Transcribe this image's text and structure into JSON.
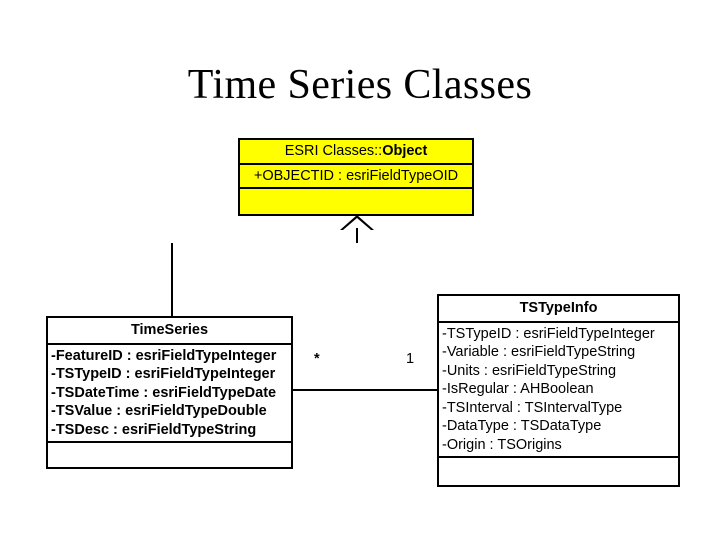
{
  "slide": {
    "title": "Time Series Classes",
    "background_color": "#ffffff"
  },
  "diagram": {
    "type": "uml-class-diagram",
    "classes": [
      {
        "id": "object",
        "name_prefix": "ESRI Classes::",
        "name": "Object",
        "full_name": "ESRI Classes::Object",
        "fill_color": "#ffff00",
        "attributes": [
          "+OBJECTID : esriFieldTypeOID"
        ],
        "operations": []
      },
      {
        "id": "timeseries",
        "name": "TimeSeries",
        "fill_color": "#ffffff",
        "attributes": [
          "-FeatureID : esriFieldTypeInteger",
          "-TSTypeID : esriFieldTypeInteger",
          "-TSDateTime : esriFieldTypeDate",
          "-TSValue : esriFieldTypeDouble",
          "-TSDesc : esriFieldTypeString"
        ],
        "operations": []
      },
      {
        "id": "tstypeinfo",
        "name": "TSTypeInfo",
        "fill_color": "#ffffff",
        "attributes": [
          "-TSTypeID : esriFieldTypeInteger",
          "-Variable : esriFieldTypeString",
          "-Units : esriFieldTypeString",
          "-IsRegular : AHBoolean",
          "-TSInterval : TSIntervalType",
          "-DataType : TSDataType",
          "-Origin : TSOrigins"
        ],
        "operations": []
      }
    ],
    "relationships": [
      {
        "kind": "generalization",
        "from": "timeseries",
        "to": "object"
      },
      {
        "kind": "association",
        "from": "timeseries",
        "to": "tstypeinfo",
        "source_multiplicity": "*",
        "target_multiplicity": "1"
      }
    ]
  }
}
